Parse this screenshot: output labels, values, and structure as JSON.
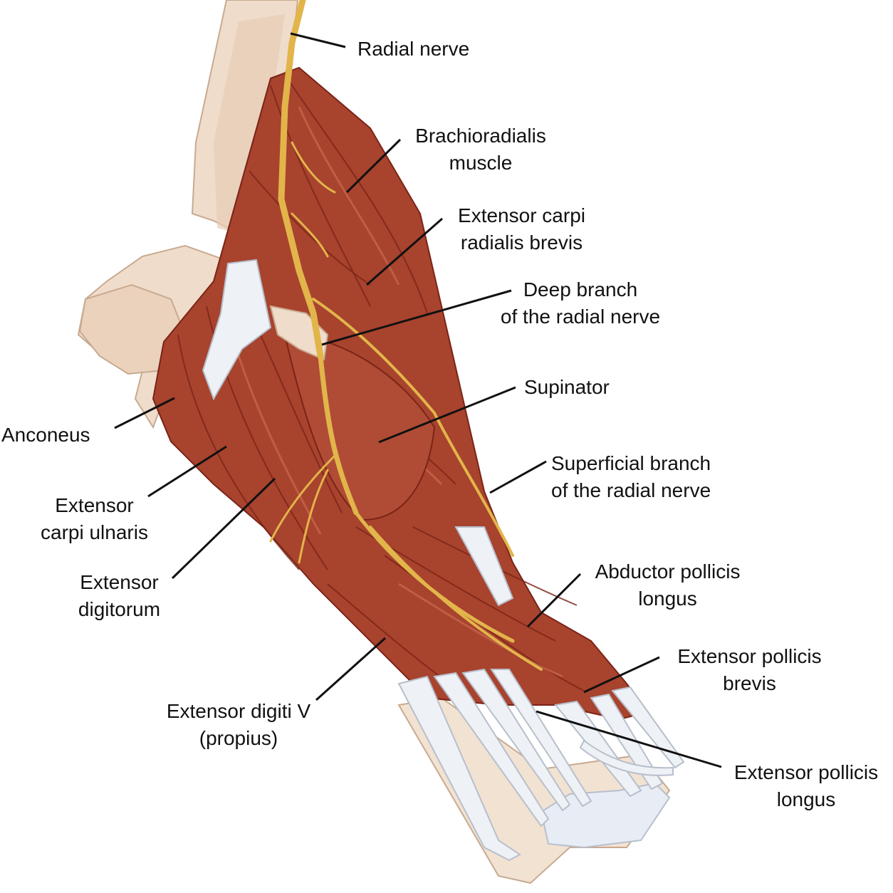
{
  "colors": {
    "muscle": "#a8432e",
    "muscle_dark": "#7a2417",
    "muscle_light": "#c96a50",
    "tendon": "#eef1f5",
    "bone": "#f0dccb",
    "bone_shadow": "#d9bfa6",
    "nerve": "#e2b54a",
    "leader": "#111111"
  },
  "labels": {
    "radial_nerve": "Radial nerve",
    "brachioradialis": [
      "Brachioradialis",
      "muscle"
    ],
    "ecrb": [
      "Extensor carpi",
      "radialis brevis"
    ],
    "deep_branch": [
      "Deep branch",
      "of the radial nerve"
    ],
    "supinator": "Supinator",
    "superficial_branch": [
      "Superficial branch",
      "of the radial nerve"
    ],
    "anconeus": "Anconeus",
    "ecu": [
      "Extensor",
      "carpi ulnaris"
    ],
    "ed": [
      "Extensor",
      "digitorum"
    ],
    "apl": [
      "Abductor pollicis",
      "longus"
    ],
    "epb": [
      "Extensor pollicis",
      "brevis"
    ],
    "edv": [
      "Extensor digiti V",
      "(propius)"
    ],
    "epl": [
      "Extensor pollicis",
      "longus"
    ]
  }
}
